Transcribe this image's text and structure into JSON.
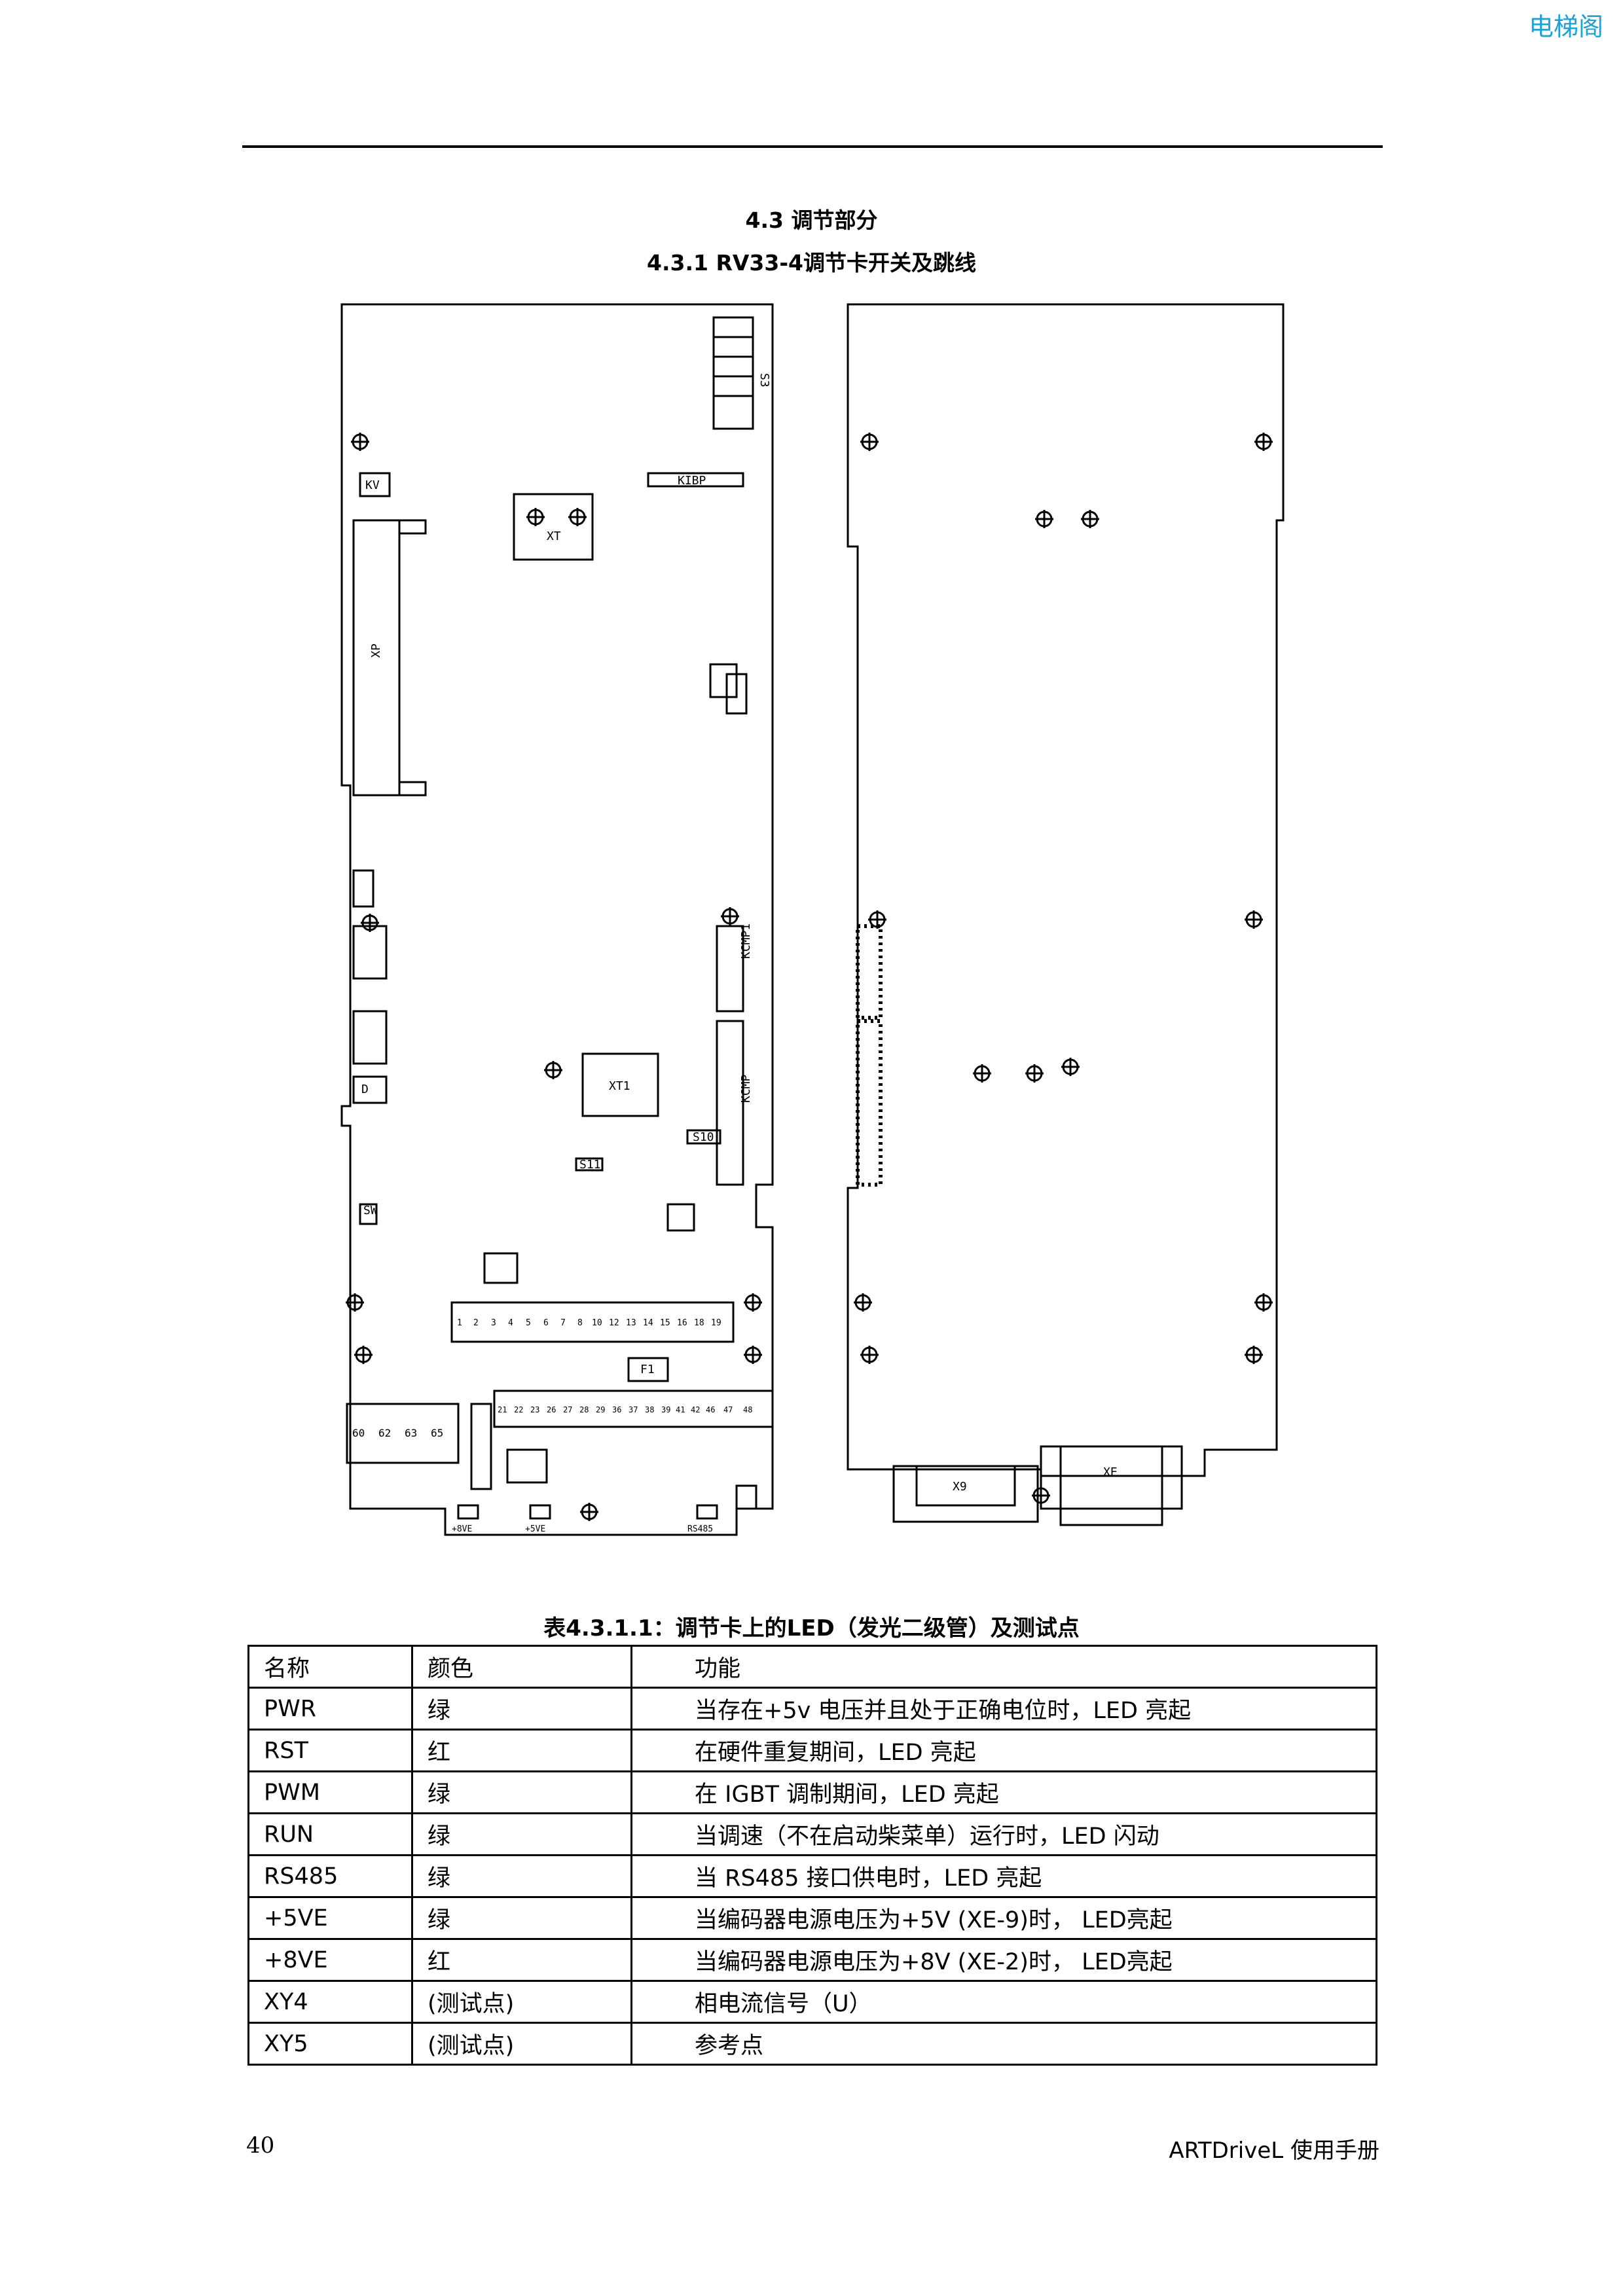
{
  "brand": "电梯阁",
  "section_title": "4.3  调节部分",
  "subsection_title": "4.3.1 RV33-4调节卡开关及跳线",
  "figure": {
    "left_board": {
      "labels": [
        "S3",
        "KIBP",
        "XT",
        "XP",
        "KV",
        "XT1",
        "KCMP1",
        "KCMP",
        "F1",
        "S10",
        "S11",
        "SW",
        "D"
      ],
      "terminals_row1": [
        "1",
        "2",
        "3",
        "4",
        "5",
        "6",
        "7",
        "8",
        "10",
        "12",
        "13",
        "14",
        "15",
        "16",
        "18",
        "19"
      ],
      "terminals_row2": [
        "21",
        "22",
        "23",
        "26",
        "27",
        "28",
        "29",
        "36",
        "37",
        "38",
        "39",
        "41",
        "42",
        "46",
        "47",
        "48"
      ],
      "terminals_row3": [
        "60",
        "62",
        "63",
        "65"
      ],
      "leds": [
        "+8VE",
        "+5VE",
        "RS485"
      ]
    },
    "right_board": {
      "labels": [
        "X9",
        "XE"
      ]
    }
  },
  "table": {
    "caption": "表4.3.1.1：调节卡上的LED（发光二级管）及测试点",
    "headers": [
      "名称",
      "颜色",
      "功能"
    ],
    "rows": [
      [
        "PWR",
        "绿",
        "当存在+5v 电压并且处于正确电位时，LED 亮起"
      ],
      [
        "RST",
        "红",
        "在硬件重复期间，LED 亮起"
      ],
      [
        "PWM",
        "绿",
        "在 IGBT 调制期间，LED 亮起"
      ],
      [
        "RUN",
        "绿",
        "当调速（不在启动柴菜单）运行时，LED 闪动"
      ],
      [
        "RS485",
        "绿",
        "当 RS485 接口供电时，LED 亮起"
      ],
      [
        "+5VE",
        "绿",
        "当编码器电源电压为+5V (XE-9)时，   LED亮起"
      ],
      [
        "+8VE",
        "红",
        "当编码器电源电压为+8V (XE-2)时，   LED亮起"
      ],
      [
        "XY4",
        "(测试点)",
        "相电流信号（U）"
      ],
      [
        "XY5",
        "(测试点)",
        "参考点"
      ]
    ]
  },
  "footer": {
    "page_number": "40",
    "manual_title": "ARTDriveL 使用手册"
  },
  "colors": {
    "brand": "#1fa0d8",
    "ink": "#000000"
  }
}
